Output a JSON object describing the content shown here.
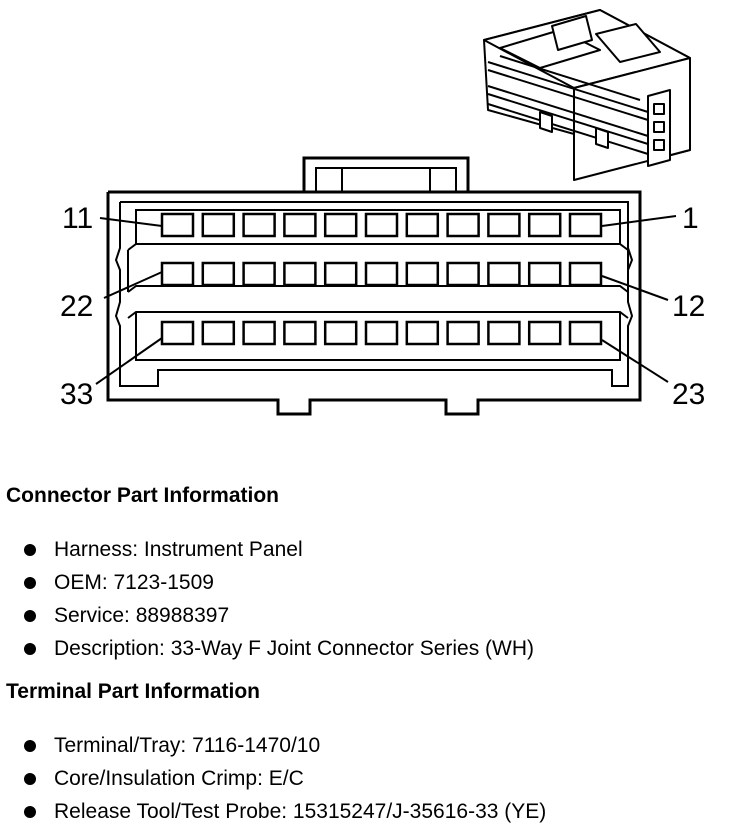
{
  "pins": {
    "top_left": "11",
    "top_right": "1",
    "mid_left": "22",
    "mid_right": "12",
    "bot_left": "33",
    "bot_right": "23"
  },
  "connector_part": {
    "title": "Connector Part Information",
    "items": [
      "Harness: Instrument Panel",
      "OEM: 7123-1509",
      "Service: 88988397",
      "Description: 33-Way F Joint Connector Series (WH)"
    ]
  },
  "terminal_part": {
    "title": "Terminal Part Information",
    "items": [
      "Terminal/Tray: 7116-1470/10",
      "Core/Insulation Crimp: E/C",
      "Release Tool/Test Probe: 15315247/J-35616-33 (YE)"
    ]
  }
}
